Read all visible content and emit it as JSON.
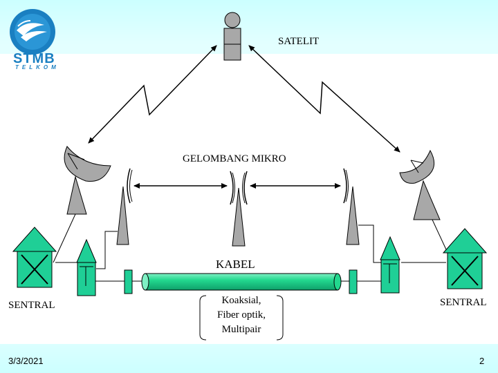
{
  "logo": {
    "name": "STMB",
    "sub": "TELKOM"
  },
  "labels": {
    "satellite": "SATELIT",
    "microwave": "GELOMBANG MIKRO",
    "cable": "KABEL",
    "central_left": "SENTRAL",
    "central_right": "SENTRAL",
    "cable_types": [
      "Koaksial,",
      "Fiber optik,",
      "Multipair"
    ]
  },
  "footer": {
    "date": "3/3/2021",
    "page": "2"
  },
  "colors": {
    "background_top": "#ccffff",
    "background_bottom": "#ffffff",
    "building": "#1fcf96",
    "cable": "#22d88e",
    "equipment_gray": "#a8a8a8",
    "logo_blue": "#1a7fc1"
  }
}
